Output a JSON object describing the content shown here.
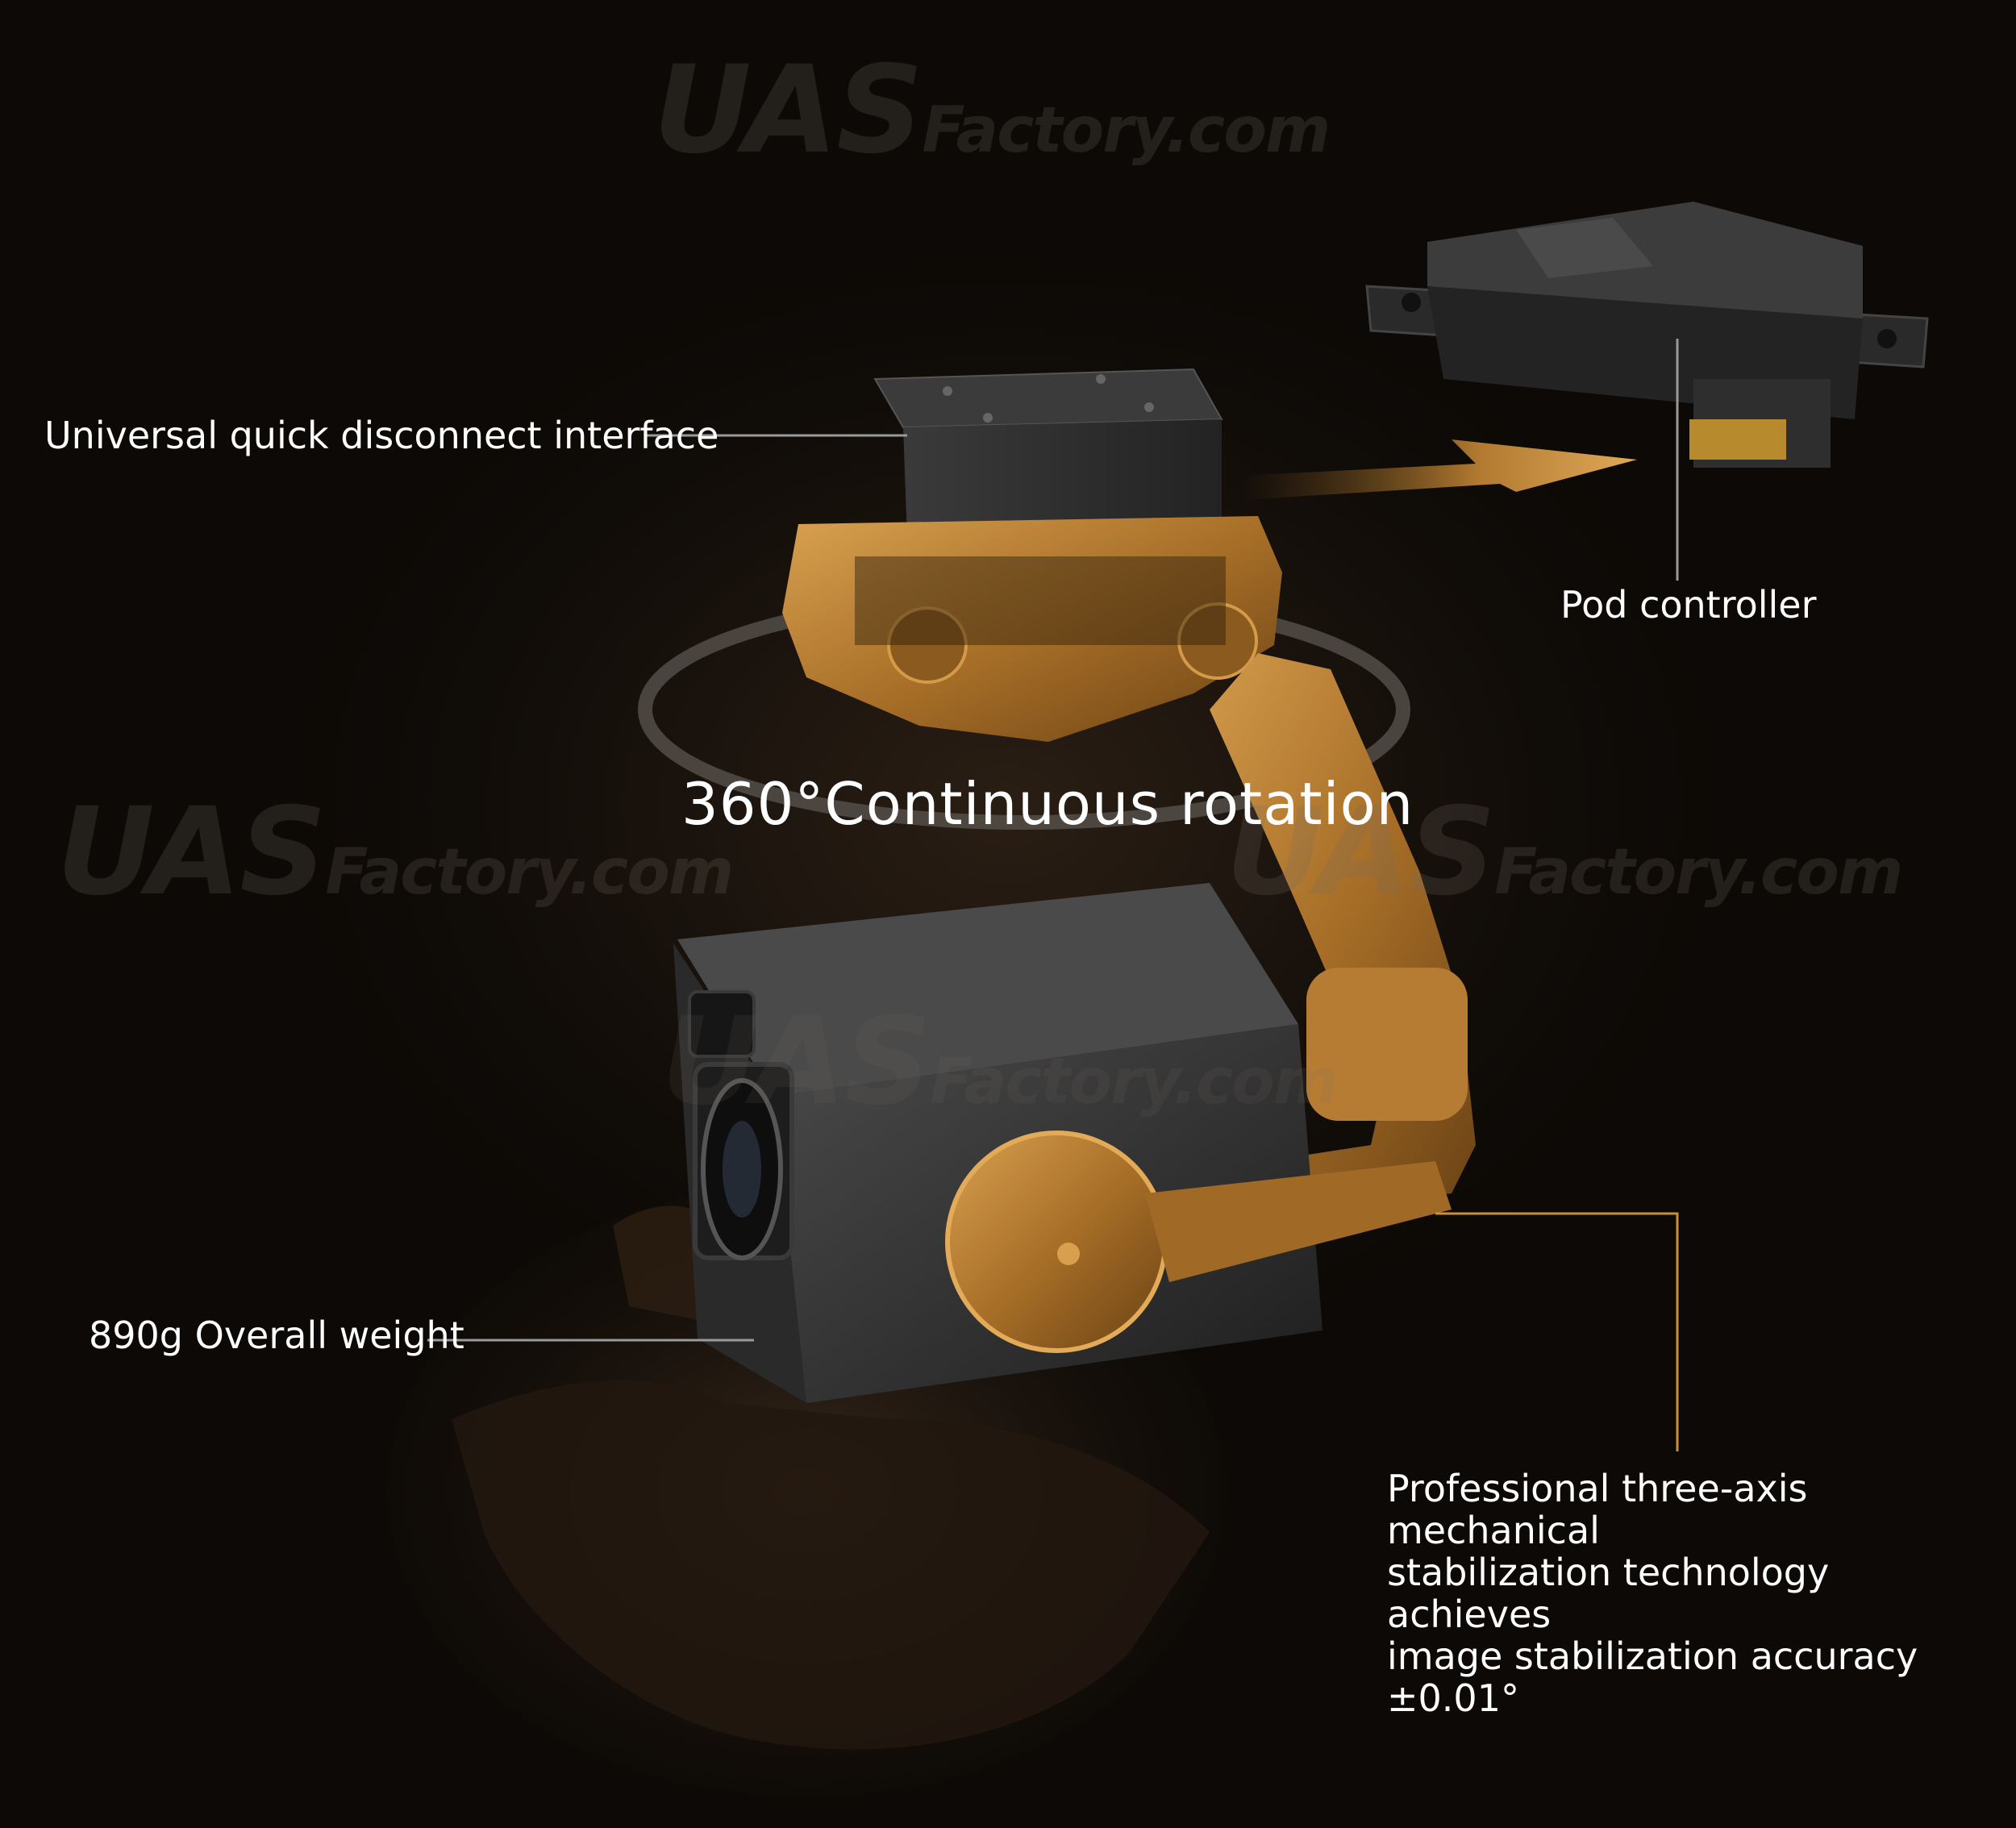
{
  "image": {
    "description_labels": {
      "quick_disconnect": "Universal quick disconnect interface",
      "pod_controller": "Pod controller",
      "rotation": "360°Continuous rotation",
      "weight": "890g Overall weight",
      "stabilization_line1": "Professional three-axis mechanical",
      "stabilization_line2": "stabilization technology achieves",
      "stabilization_line3": "image stabilization accuracy ±0.01°"
    },
    "watermark": {
      "brand": "UAS",
      "domain": "Factory.com"
    },
    "colors": {
      "background": "#0f0b08",
      "bronze": "#a8722c",
      "bronze_light": "#d39a48",
      "dark_gray": "#2e2e2e",
      "leader_gray": "#9a9a9a",
      "leader_gold": "#c9903c"
    }
  }
}
